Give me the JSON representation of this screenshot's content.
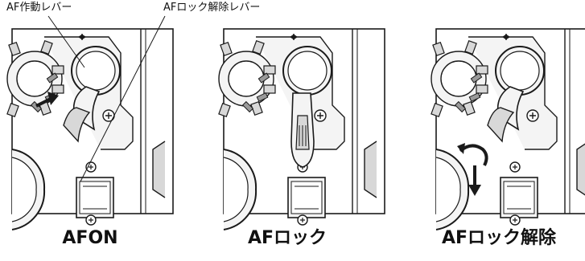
{
  "callouts": {
    "af_lever": "AF作動レバー",
    "af_lock_release_lever": "AFロック解除レバー"
  },
  "captions": {
    "panel1": "AFON",
    "panel2": "AFロック",
    "panel3": "AFロック解除"
  },
  "colors": {
    "line": "#1a1a1a",
    "fill_light": "#f4f4f4",
    "fill_gray": "#d8d8d8",
    "fill_dark": "#9a9a9a"
  }
}
